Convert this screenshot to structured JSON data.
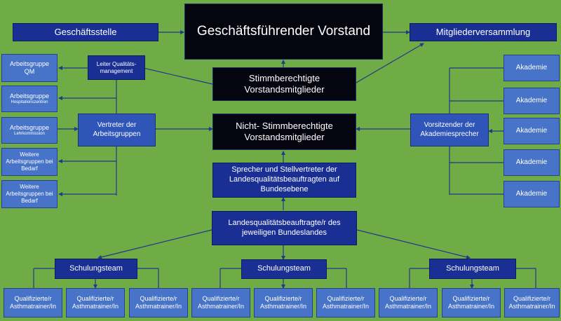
{
  "top": {
    "vorstand": "Geschäftsführender Vorstand",
    "geschaeftsstelle": "Geschäftsstelle",
    "mitgliederversammlung": "Mitgliederversammlung"
  },
  "middle": {
    "stimmberechtigte": "Stimmberechtigte Vorstandsmitglieder",
    "nicht_stimmberechtigte": "Nicht- Stimmberechtigte Vorstandsmitglieder",
    "sprecher": "Sprecher und Stellvertreter der Landesqualitätsbeauftragten auf Bundesebene",
    "landesqb": "Landesqualitätsbeauftragte/r des jeweiligen Bundeslandes"
  },
  "left": {
    "leiter_qm": "Leiter Qualitäts-management",
    "vertreter": "Vertreter der Arbeitsgruppen",
    "ag_qm": "Arbeitsgruppe QM",
    "ag_hosp_title": "Arbeitsgruppe",
    "ag_hosp_sub": "Hospitationszentren",
    "ag_lehr_title": "Arbeitsgruppe",
    "ag_lehr_sub": "Lehrkommission",
    "weitere_1": "Weitere Arbeitsgruppen bei Bedarf",
    "weitere_2": "Weitere Arbeitsgruppen bei Bedarf"
  },
  "right": {
    "vorsitzender": "Vorsitzender der Akademiesprecher",
    "akademie": [
      "Akademie",
      "Akademie",
      "Akademie",
      "Akademie",
      "Akademie"
    ]
  },
  "bottom": {
    "schulungsteam": [
      "Schulungsteam",
      "Schulungsteam",
      "Schulungsteam"
    ],
    "trainer": [
      "Qualifizierte/r Asthmatrainer/In",
      "Qualifizierte/r Asthmatrainer/In",
      "Qualifizierte/r Asthmatrainer/In",
      "Qualifizierte/r Asthmatrainer/In",
      "Qualifizierte/r Asthmatrainer/In",
      "Qualifizierte/r Asthmatrainer/In",
      "Qualifizierte/r Asthmatrainer/In",
      "Qualifizierte/r Asthmatrainer/In",
      "Qualifizierte/r Asthmatrainer/In"
    ]
  },
  "colors": {
    "background": "#6fac46",
    "black_box": "#050510",
    "navy_box": "#1a2f94",
    "blue_box": "#2f55b8",
    "light_box": "#4774c8",
    "connector": "#1f3a8a"
  }
}
